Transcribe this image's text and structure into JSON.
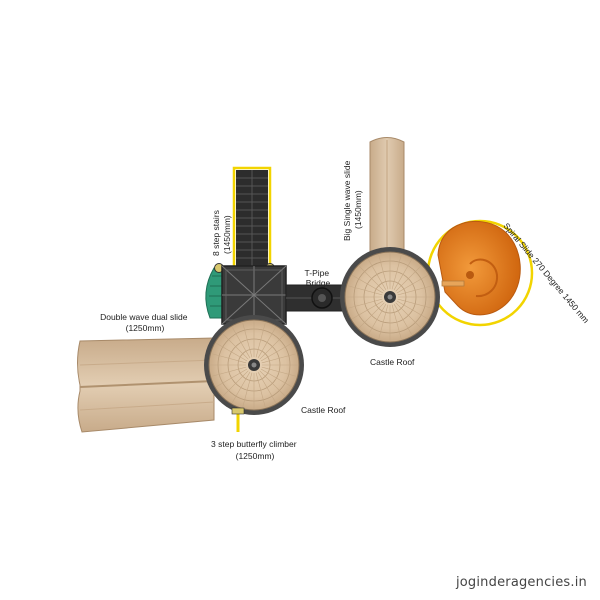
{
  "labels": {
    "stairs_name": "8 step stairs",
    "stairs_size": "(1450mm)",
    "tpipe_1": "T-Pipe",
    "tpipe_2": "Bridge",
    "big_slide_name": "Big Single wave slide",
    "big_slide_size": "(1450mm)",
    "spiral": "Spiral Slide 270 Degree 1450 mm",
    "double_slide_name": "Double wave dual slide",
    "double_slide_size": "(1250mm)",
    "castle_roof_left": "Castle Roof",
    "castle_roof_right": "Castle Roof",
    "climber_name": "3 step butterfly climber",
    "climber_size": "(1250mm)"
  },
  "watermark": "joginderagencies.in",
  "colors": {
    "roof": "#dcc2a2",
    "roof_ring": "#4a4a4a",
    "slide": "#d9c1a3",
    "stairs": "#2c2c2c",
    "spiral": "#e07a1f",
    "climber": "#2f9a78",
    "highlight": "#f2d400"
  }
}
